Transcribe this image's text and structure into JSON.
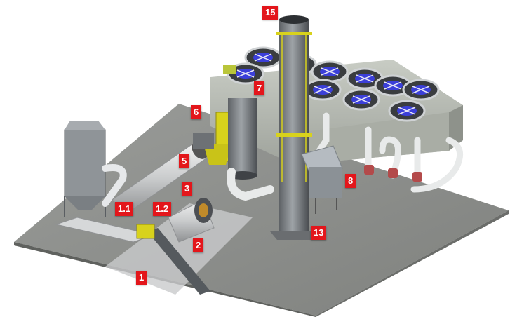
{
  "labels": {
    "l15": "15",
    "l7": "7",
    "l6": "6",
    "l5": "5",
    "l3": "3",
    "l8": "8",
    "l1_1": "1.1",
    "l1_2": "1.2",
    "l2": "2",
    "l13": "13",
    "l1": "1"
  },
  "colors": {
    "label_bg": "#e3161b",
    "label_text": "#ffffff",
    "ground": "#8c8e8b",
    "structure_yellow": "#d8d21c",
    "fan_blue": "#3b3fd9"
  }
}
